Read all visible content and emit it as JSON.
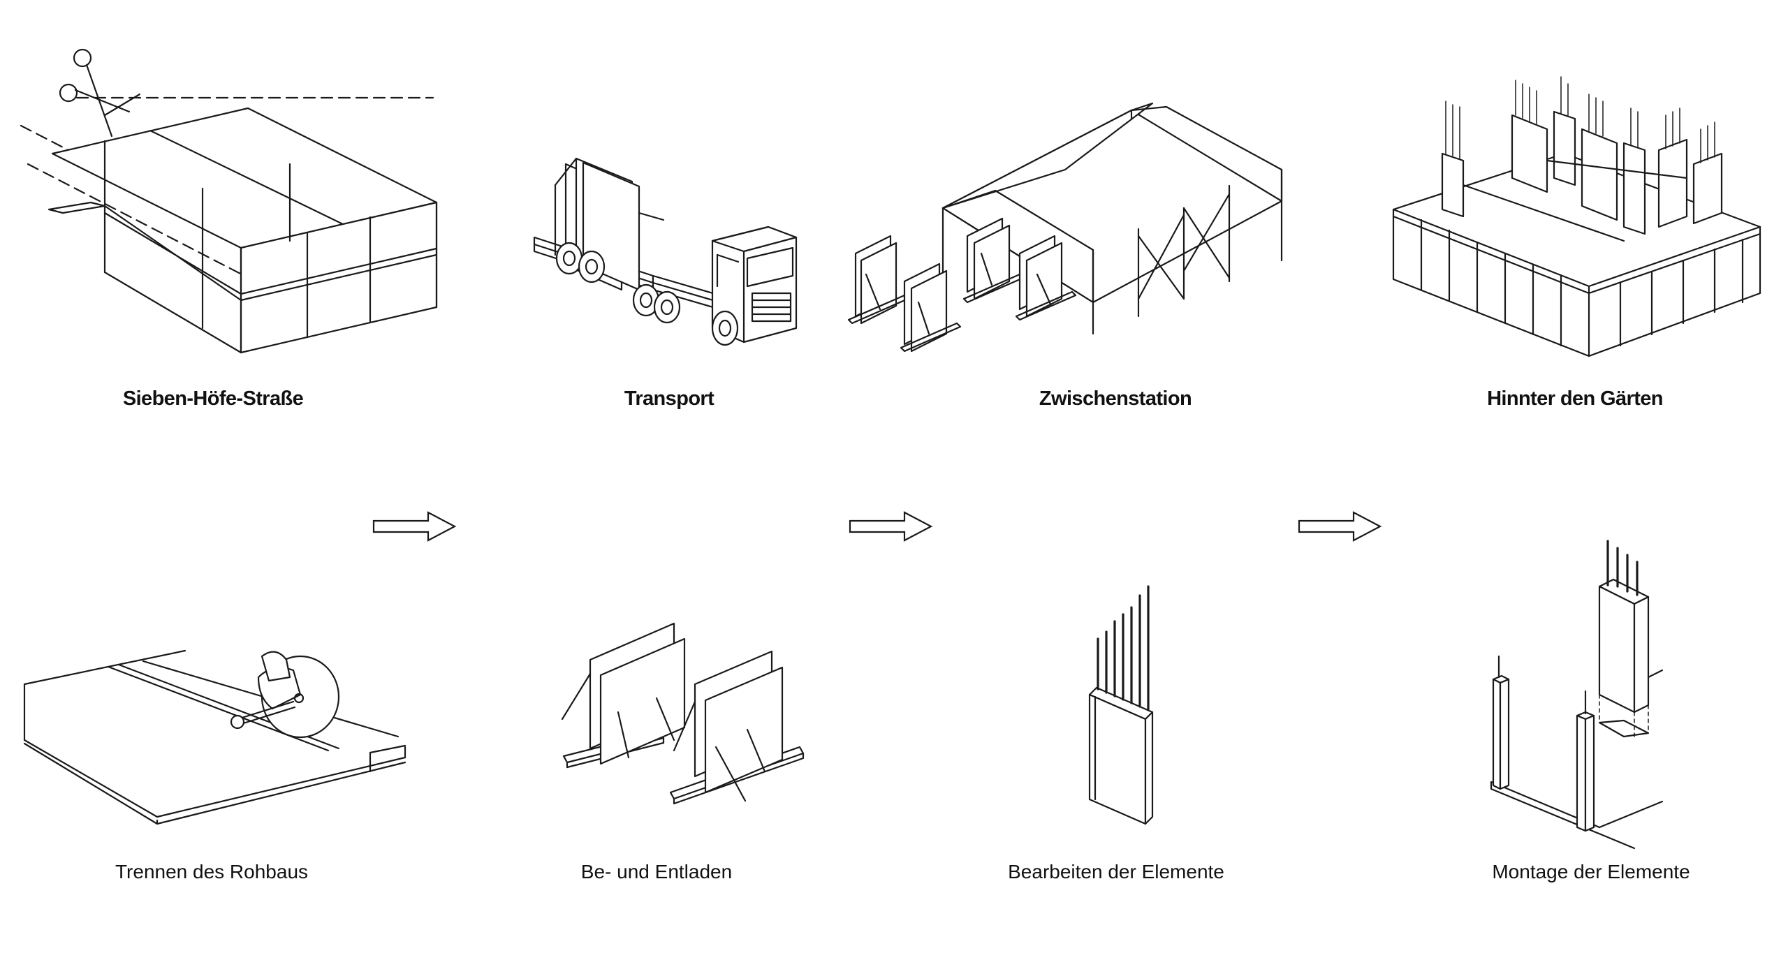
{
  "steps": [
    {
      "title": "Sieben-Höfe-Straße",
      "caption": "Trennen des Rohbaus"
    },
    {
      "title": "Transport",
      "caption": "Be- und Entladen"
    },
    {
      "title": "Zwischenstation",
      "caption": "Bearbeiten der Elemente"
    },
    {
      "title": "Hinnter den Gärten",
      "caption": "Montage der Elemente"
    }
  ],
  "icons": {
    "step1_top": "building-cut-scissors-icon",
    "step1_bottom": "concrete-saw-icon",
    "step2_top": "truck-with-panels-icon",
    "step2_bottom": "stacked-panels-icon",
    "step3_top": "storage-hall-icon",
    "step3_bottom": "wall-element-with-rebar-icon",
    "step4_top": "assembled-building-frame-icon",
    "step4_bottom": "element-assembly-icon",
    "flow": "right-arrow-icon"
  }
}
